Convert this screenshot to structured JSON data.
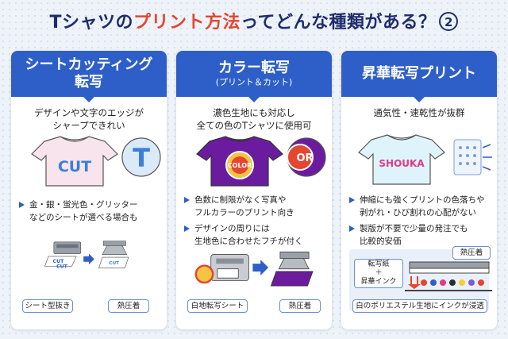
{
  "title": {
    "part1": "Tシャツの",
    "part2": "プリント方法",
    "part3": "ってどんな種類がある？",
    "number": "2"
  },
  "panels": [
    {
      "heading_line1": "シートカッティング",
      "heading_line2": "転写",
      "description": [
        "デザインや文字のエッジが",
        "シャープできれい"
      ],
      "shirt_text": "CUT",
      "zoom_text": "T",
      "bullets": [
        "金・銀・蛍光色・グリッター\nなどのシートが選べる場合も"
      ],
      "sheet_text_1": "CUT",
      "sheet_text_2": "CUT",
      "pressed_text": "CUT",
      "label_left": "シート型抜き",
      "label_right": "熱圧着"
    },
    {
      "heading_line1": "カラー転写",
      "heading_sub": "(プリント＆カット)",
      "description": [
        "濃色生地にも対応し",
        "全ての色のTシャツに使用可"
      ],
      "shirt_text": "COLOR",
      "zoom_text": "OR",
      "bullets": [
        "色数に制限がなく写真や\nフルカラーのプリント向き",
        "デザインの周りには\n生地色に合わせたフチが付く"
      ],
      "label_left": "白地転写シート",
      "label_right": "熱圧着"
    },
    {
      "heading_line1": "昇華転写プリント",
      "description": [
        "通気性・速乾性が抜群"
      ],
      "shirt_text": "SHOUKA",
      "bullets": [
        "伸縮にも強くプリントの色落ちや\n剥がれ・ひび割れの心配がない",
        "製版が不要で少量の発注でも\n比較的安価"
      ],
      "label_press": "熱圧着",
      "label_sheet": "転写紙\n＋\n昇華インク",
      "label_bottom": "白のポリエステル生地にインクが浸透"
    }
  ],
  "colors": {
    "accent_blue": "#2e5fc8",
    "title_navy": "#1f2d6b",
    "title_red": "#e6452f",
    "shirt_pink": "#f8e4ec",
    "shirt_purple": "#6b1c9e",
    "shirt_light_blue": "#dff3fb"
  }
}
